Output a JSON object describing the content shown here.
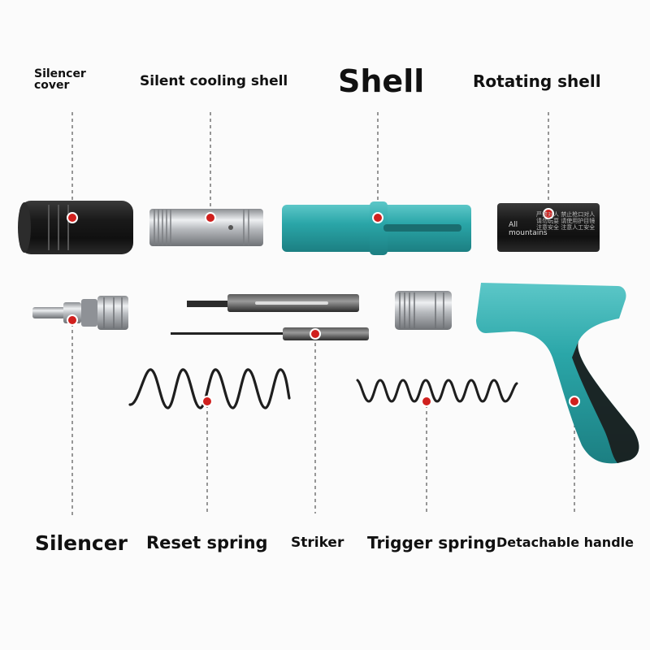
{
  "labels": {
    "silencer_cover": "Silencer\ncover",
    "silent_cooling_shell": "Silent cooling shell",
    "shell": "Shell",
    "rotating_shell": "Rotating shell",
    "silencer": "Silencer",
    "reset_spring": "Reset spring",
    "striker": "Striker",
    "trigger_spring": "Trigger spring",
    "detachable_handle": "Detachable handle"
  },
  "rotating_shell_print": {
    "brand": "All\nmountains",
    "chinese": "严禁对人 禁止枪口对人\n请勿玩耍 请使用护目镜\n注意安全 注意人工安全"
  },
  "colors": {
    "teal": "#2aa6a8",
    "marker": "#d0201e",
    "leader": "#555555",
    "dark": "#222222"
  }
}
